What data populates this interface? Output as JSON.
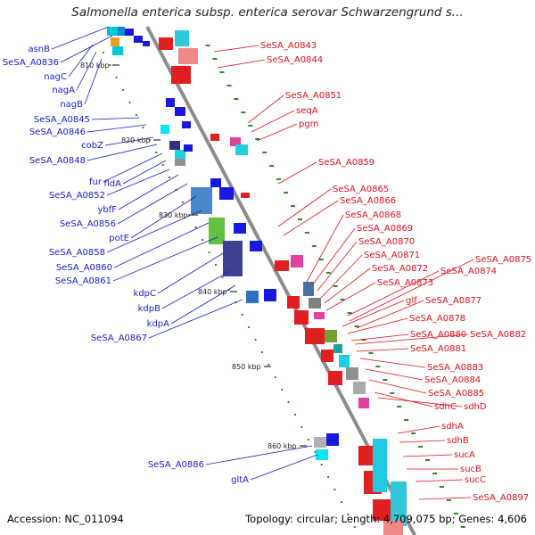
{
  "title": "Salmonella enterica subsp. enterica serovar Schwarzengrund s...",
  "footer": {
    "accession": "Accession: NC_011094",
    "summary": "Topology: circular; Length: 4,709,075 bp; Genes: 4,606"
  },
  "colors": {
    "backbone": "#8c8c8c",
    "left_label": "#1a1acc",
    "right_label": "#e0101a",
    "gc_dots": "#2a8a2a"
  },
  "ticks": [
    "810 kbp",
    "820 kbp",
    "830 kbp",
    "840 kbp",
    "850 kbp",
    "860 kbp"
  ],
  "left_genes": [
    "asnB",
    "SeSA_A0836",
    "nagC",
    "nagA",
    "nagB",
    "SeSA_A0845",
    "SeSA_A0846",
    "cobZ",
    "SeSA_A0848",
    "fur",
    "fldA",
    "SeSA_A0852",
    "ybfF",
    "SeSA_A0856",
    "potE",
    "SeSA_A0858",
    "SeSA_A0860",
    "SeSA_A0861",
    "kdpC",
    "kdpB",
    "kdpA",
    "SeSA_A0867",
    "SeSA_A0886",
    "gltA"
  ],
  "right_genes": [
    "SeSA_A0843",
    "SeSA_A0844",
    "SeSA_A0851",
    "seqA",
    "pgm",
    "SeSA_A0859",
    "SeSA_A0865",
    "SeSA_A0866",
    "SeSA_A0868",
    "SeSA_A0869",
    "SeSA_A0870",
    "SeSA_A0871",
    "SeSA_A0872",
    "SeSA_A0873",
    "SeSA_A0875",
    "SeSA_A0874",
    "glf",
    "SeSA_A0877",
    "SeSA_A0878",
    "SeSA_A0880",
    "SeSA_A0882",
    "SeSA_A0881",
    "SeSA_A0883",
    "SeSA_A0884",
    "SeSA_A0885",
    "sdhC",
    "sdhD",
    "sdhA",
    "sdhB",
    "sucA",
    "sucB",
    "sucC",
    "SeSA_A0897"
  ]
}
